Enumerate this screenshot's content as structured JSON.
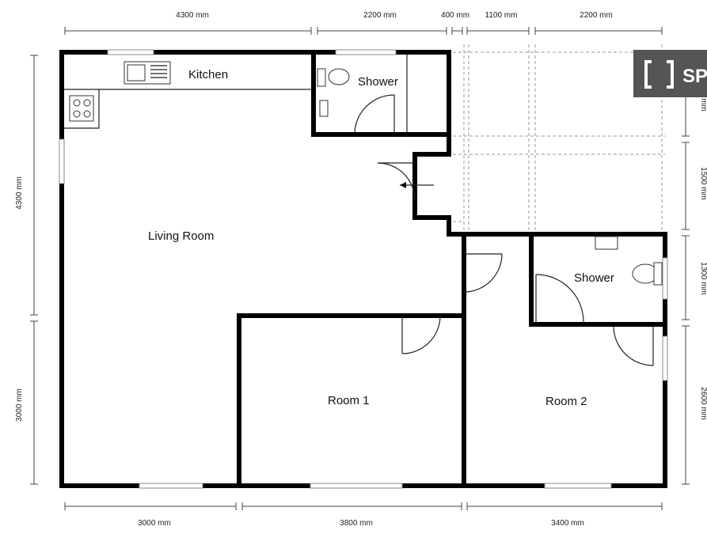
{
  "rooms": {
    "kitchen": "Kitchen",
    "shower_top": "Shower",
    "living_room": "Living Room",
    "shower_right": "Shower",
    "room1": "Room 1",
    "room2": "Room 2"
  },
  "dimensions": {
    "top": [
      "4300 mm",
      "2200 mm",
      "400 mm",
      "1100 mm",
      "2200 mm"
    ],
    "bottom": [
      "3000 mm",
      "3800 mm",
      "3400 mm"
    ],
    "left": [
      "4300 mm",
      "3000 mm"
    ],
    "right": [
      "1300 mm",
      "1500 mm",
      "1300 mm",
      "2600 mm"
    ]
  },
  "logo": {
    "text": "SP",
    "bg_color": "#555555",
    "fg_color": "#ffffff"
  },
  "colors": {
    "wall": "#000000",
    "background": "#ffffff"
  }
}
